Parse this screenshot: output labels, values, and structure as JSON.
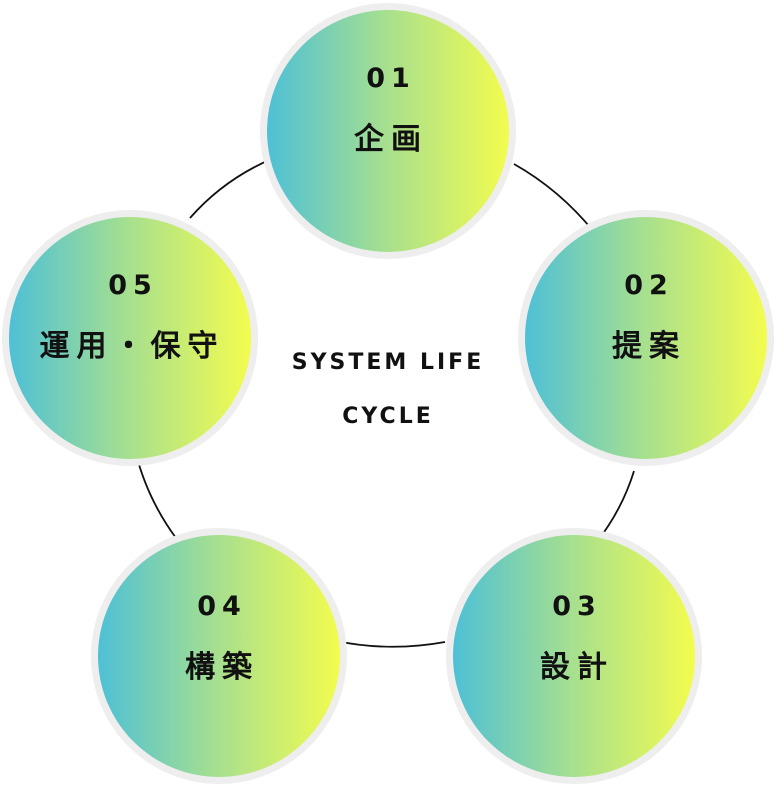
{
  "center": {
    "line1": "SYSTEM LIFE",
    "line2": "CYCLE"
  },
  "steps": [
    {
      "number": "01",
      "label": "企画"
    },
    {
      "number": "02",
      "label": "提案"
    },
    {
      "number": "03",
      "label": "設計"
    },
    {
      "number": "04",
      "label": "構築"
    },
    {
      "number": "05",
      "label": "運用・保守"
    }
  ],
  "colors": {
    "gradient_start": "#4ec0d6",
    "gradient_mid": "#a8e08e",
    "gradient_end": "#f3fc4e",
    "ring": "#eeeeee",
    "text": "#111111",
    "arrow": "#111111"
  }
}
